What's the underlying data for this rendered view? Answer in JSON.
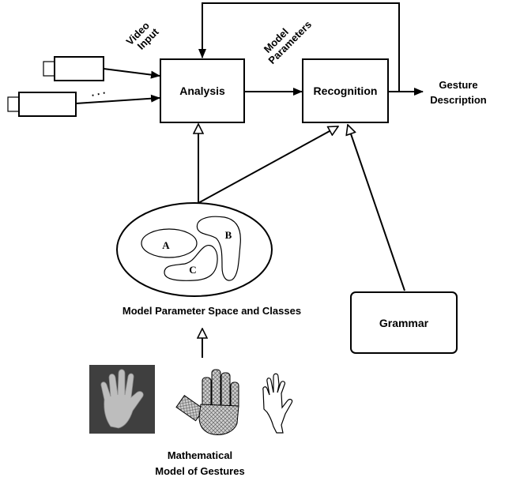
{
  "boxes": {
    "analysis": "Analysis",
    "recognition": "Recognition",
    "grammar": "Grammar"
  },
  "labels": {
    "video_input_line1": "Video",
    "video_input_line2": "Input",
    "model_params_line1": "Model",
    "model_params_line2": "Parameters",
    "gesture_desc_line1": "Gesture",
    "gesture_desc_line2": "Description",
    "ellipsis": ". . .",
    "param_space": "Model Parameter Space and Classes",
    "math_model_line1": "Mathematical",
    "math_model_line2": "Model of Gestures"
  },
  "classes": [
    "A",
    "B",
    "C"
  ],
  "gesture_models": [
    "hand-photo",
    "hand-wireframe-mesh",
    "hand-skeleton-outline"
  ]
}
